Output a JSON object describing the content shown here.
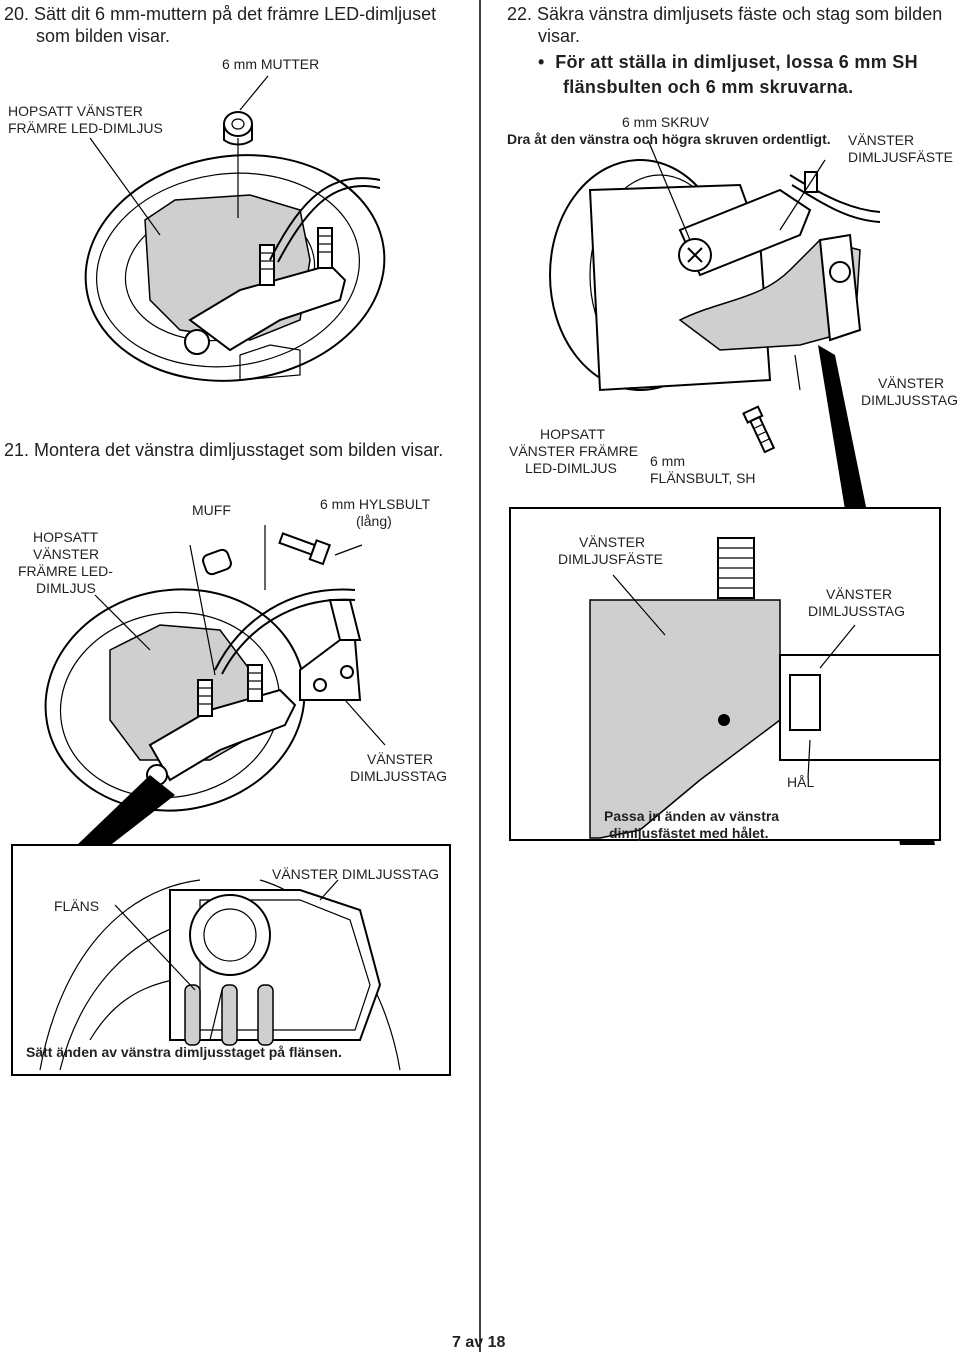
{
  "step20": {
    "title_line1": "20. Sätt dit 6 mm-muttern på det främre LED-dimljuset",
    "title_line2": "som bilden visar.",
    "label_nut": "6 mm MUTTER",
    "label_light_l1": "HOPSATT VÄNSTER",
    "label_light_l2": "FRÄMRE LED-DIMLJUS"
  },
  "step22": {
    "title_line1": "22. Säkra vänstra dimljusets fäste och stag som bilden",
    "title_line2": "visar.",
    "bullet_line1": "För att ställa in dimljuset, lossa 6 mm SH",
    "bullet_line2": "flänsbulten och 6 mm skruvarna.",
    "label_screw": "6 mm SKRUV",
    "note_tighten": "Dra åt den vänstra och högra skruven ordentligt.",
    "label_bracket_l1": "VÄNSTER",
    "label_bracket_l2": "DIMLJUSFÄSTE",
    "label_stay_l1": "VÄNSTER",
    "label_stay_l2": "DIMLJUSSTAG",
    "label_assembly_l1": "HOPSATT",
    "label_assembly_l2": "VÄNSTER FRÄMRE",
    "label_assembly_l3": "LED-DIMLJUS",
    "label_flangebolt_l1": "6 mm",
    "label_flangebolt_l2": "FLÄNSBULT, SH",
    "inset_bracket_l1": "VÄNSTER",
    "inset_bracket_l2": "DIMLJUSFÄSTE",
    "inset_stay_l1": "VÄNSTER",
    "inset_stay_l2": "DIMLJUSSTAG",
    "inset_hole": "HÅL",
    "inset_note_l1": "Passa in änden av vänstra",
    "inset_note_l2": "dimljusfästet med hålet."
  },
  "step21": {
    "title": "21. Montera det vänstra dimljusstaget som bilden visar.",
    "label_light_l1": "HOPSATT",
    "label_light_l2": "VÄNSTER",
    "label_light_l3": "FRÄMRE LED-",
    "label_light_l4": "DIMLJUS",
    "label_collar": "MUFF",
    "label_bolt_l1": "6 mm HYLSBULT",
    "label_bolt_l2": "(lång)",
    "label_stay_l1": "VÄNSTER",
    "label_stay_l2": "DIMLJUSSTAG",
    "inset_stay": "VÄNSTER DIMLJUSSTAG",
    "inset_flange": "FLÄNS",
    "inset_note": "Sätt änden av vänstra dimljusstaget på flänsen."
  },
  "footer": {
    "page": "7 av 18"
  }
}
